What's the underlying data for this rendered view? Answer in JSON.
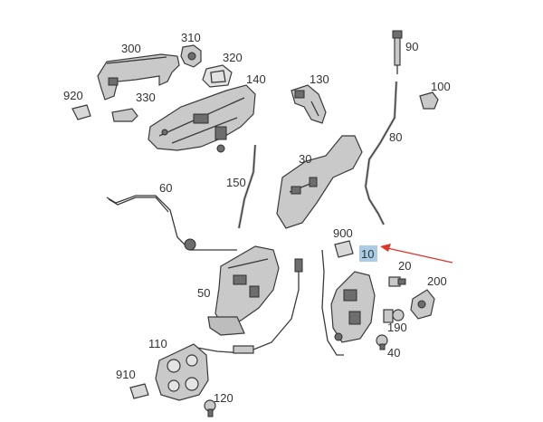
{
  "diagram": {
    "highlight_color": "#a9cbe6",
    "arrow_color": "#e0352b",
    "highlighted_label": "10",
    "labels": {
      "p300": "300",
      "p310": "310",
      "p320": "320",
      "p920": "920",
      "p330": "330",
      "p140": "140",
      "p130": "130",
      "p90": "90",
      "p100": "100",
      "p80": "80",
      "p30": "30",
      "p150": "150",
      "p60": "60",
      "p900": "900",
      "p10": "10",
      "p20": "20",
      "p200": "200",
      "p50": "50",
      "p190": "190",
      "p40": "40",
      "p110": "110",
      "p910": "910",
      "p120": "120"
    }
  }
}
